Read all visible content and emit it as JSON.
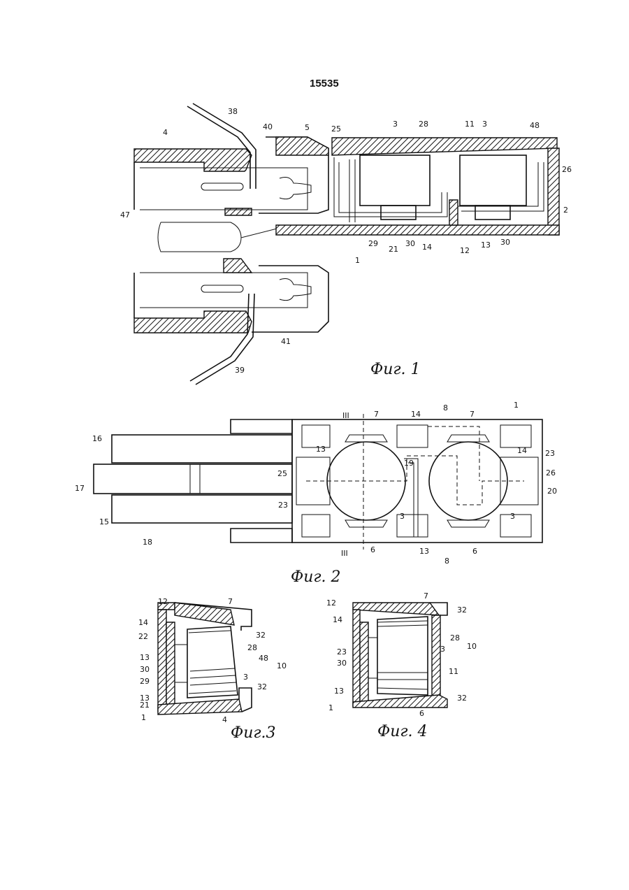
{
  "document": {
    "number": "15535"
  },
  "figures": {
    "fig1": {
      "caption": "Фиг. 1",
      "labels": [
        "38",
        "40",
        "5",
        "25",
        "3",
        "28",
        "11",
        "3",
        "48",
        "4",
        "26",
        "2",
        "47",
        "1",
        "29",
        "21",
        "30",
        "14",
        "12",
        "13",
        "30",
        "41",
        "39"
      ]
    },
    "fig2": {
      "caption": "Фиг. 2",
      "labels": [
        "III",
        "7",
        "14",
        "8",
        "7",
        "1",
        "16",
        "13",
        "19",
        "14",
        "23",
        "25",
        "26",
        "17",
        "23",
        "20",
        "3",
        "3",
        "15",
        "18",
        "III",
        "6",
        "13",
        "8",
        "6"
      ]
    },
    "fig3": {
      "caption": "Фиг.3",
      "labels": [
        "12",
        "7",
        "14",
        "22",
        "32",
        "28",
        "13",
        "48",
        "10",
        "30",
        "29",
        "3",
        "13",
        "32",
        "21",
        "1",
        "4"
      ]
    },
    "fig4": {
      "caption": "Фиг. 4",
      "labels": [
        "12",
        "7",
        "32",
        "14",
        "28",
        "23",
        "3",
        "10",
        "30",
        "11",
        "13",
        "32",
        "1",
        "6"
      ]
    }
  }
}
